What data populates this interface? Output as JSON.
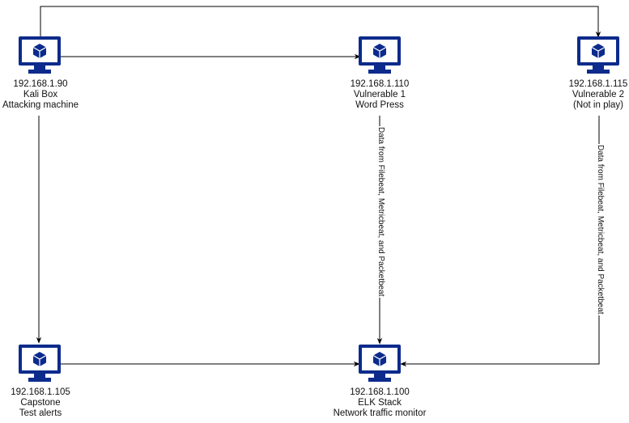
{
  "colors": {
    "icon": "#0c2b8c",
    "line": "#000000"
  },
  "nodes": {
    "kali": {
      "icon": "desktop-monitor-icon",
      "ip": "192.168.1.90",
      "name": "Kali Box",
      "role": "Attacking machine"
    },
    "vuln1": {
      "icon": "desktop-monitor-icon",
      "ip": "192.168.1.110",
      "name": "Vulnerable 1",
      "role": "Word Press"
    },
    "vuln2": {
      "icon": "desktop-monitor-icon",
      "ip": "192.168.1.115",
      "name": "Vulnerable 2",
      "role": "(Not in play)"
    },
    "capstone": {
      "icon": "desktop-monitor-icon",
      "ip": "192.168.1.105",
      "name": "Capstone",
      "role": "Test alerts"
    },
    "elk": {
      "icon": "desktop-monitor-icon",
      "ip": "192.168.1.100",
      "name": "ELK Stack",
      "role": "Network traffic monitor"
    }
  },
  "edges": [
    {
      "from": "kali",
      "to": "vuln1"
    },
    {
      "from": "kali",
      "to": "vuln2"
    },
    {
      "from": "kali",
      "to": "capstone"
    },
    {
      "from": "capstone",
      "to": "elk"
    },
    {
      "from": "vuln1",
      "to": "elk",
      "label": "Data from Filebeat, Metricbeat, and Packetbeat"
    },
    {
      "from": "vuln2",
      "to": "elk",
      "label": "Data from Filebeat, Metricbeat, and Packetbeat"
    }
  ]
}
